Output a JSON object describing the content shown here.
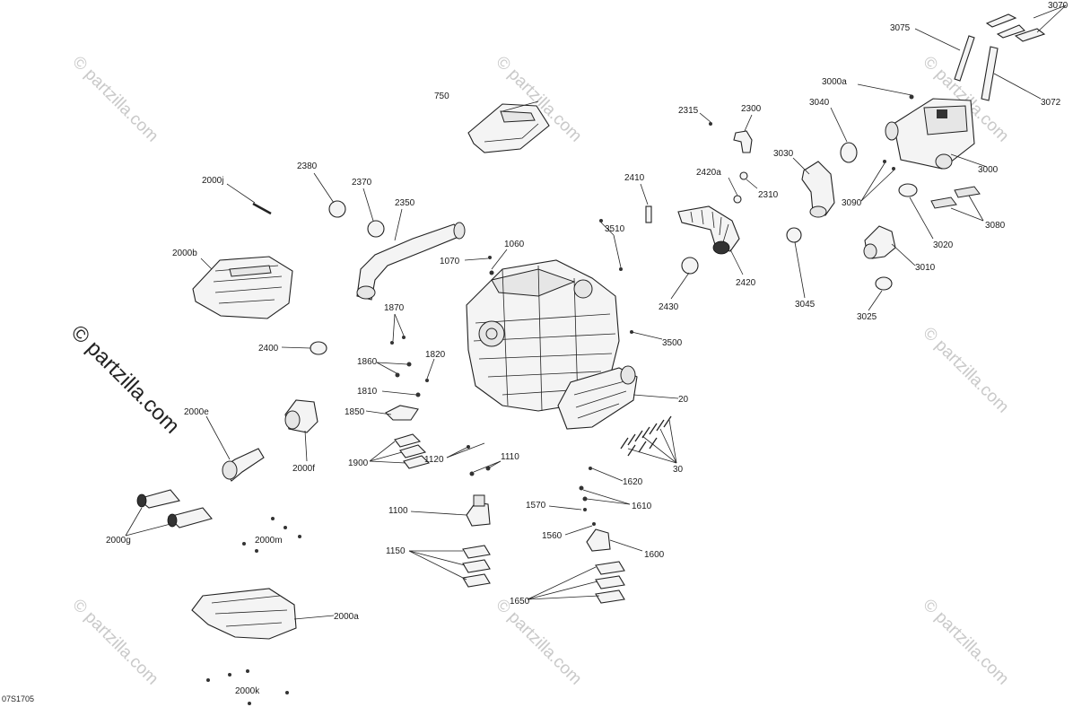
{
  "diagram": {
    "reference_code": "07S1705",
    "watermark": "© partzilla.com",
    "labels": {
      "3070": "3070",
      "3075": "3075",
      "3072": "3072",
      "3000a": "3000a",
      "3040": "3040",
      "3000": "3000",
      "3030": "3030",
      "3090": "3090",
      "3080": "3080",
      "3020": "3020",
      "3010": "3010",
      "3045": "3045",
      "3025": "3025",
      "750": "750",
      "2315": "2315",
      "2300": "2300",
      "2410": "2410",
      "2420a": "2420a",
      "2310": "2310",
      "2420": "2420",
      "2430": "2430",
      "3510": "3510",
      "3500": "3500",
      "1060": "1060",
      "1070": "1070",
      "2380": "2380",
      "2370": "2370",
      "2350": "2350",
      "2000j": "2000j",
      "2000b": "2000b",
      "1870": "1870",
      "2400": "2400",
      "1860": "1860",
      "1820": "1820",
      "1810": "1810",
      "1850": "1850",
      "20": "20",
      "30": "30",
      "2000e": "2000e",
      "2000f": "2000f",
      "1900": "1900",
      "1120": "1120",
      "1110": "1110",
      "1620": "1620",
      "1610": "1610",
      "1570": "1570",
      "1100": "1100",
      "1560": "1560",
      "1600": "1600",
      "2000g": "2000g",
      "2000m": "2000m",
      "1150": "1150",
      "1650": "1650",
      "2000a": "2000a",
      "2000k": "2000k"
    }
  }
}
